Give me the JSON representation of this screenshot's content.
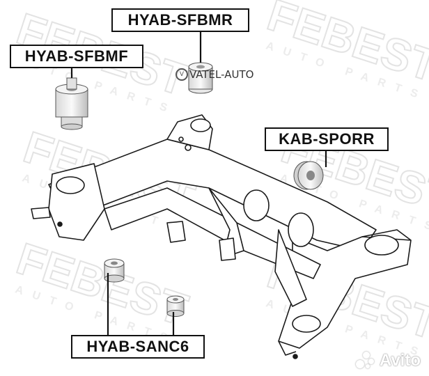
{
  "watermark": {
    "brand": "FEBEST",
    "sub": "AUTO PARTS"
  },
  "labels": {
    "sfbmr": "HYAB-SFBMR",
    "sfbmf": "HYAB-SFBMF",
    "sporr": "KAB-SPORR",
    "sanc6": "HYAB-SANC6"
  },
  "seller_watermark": "VATEL-AUTO",
  "site_watermark": "Avito"
}
